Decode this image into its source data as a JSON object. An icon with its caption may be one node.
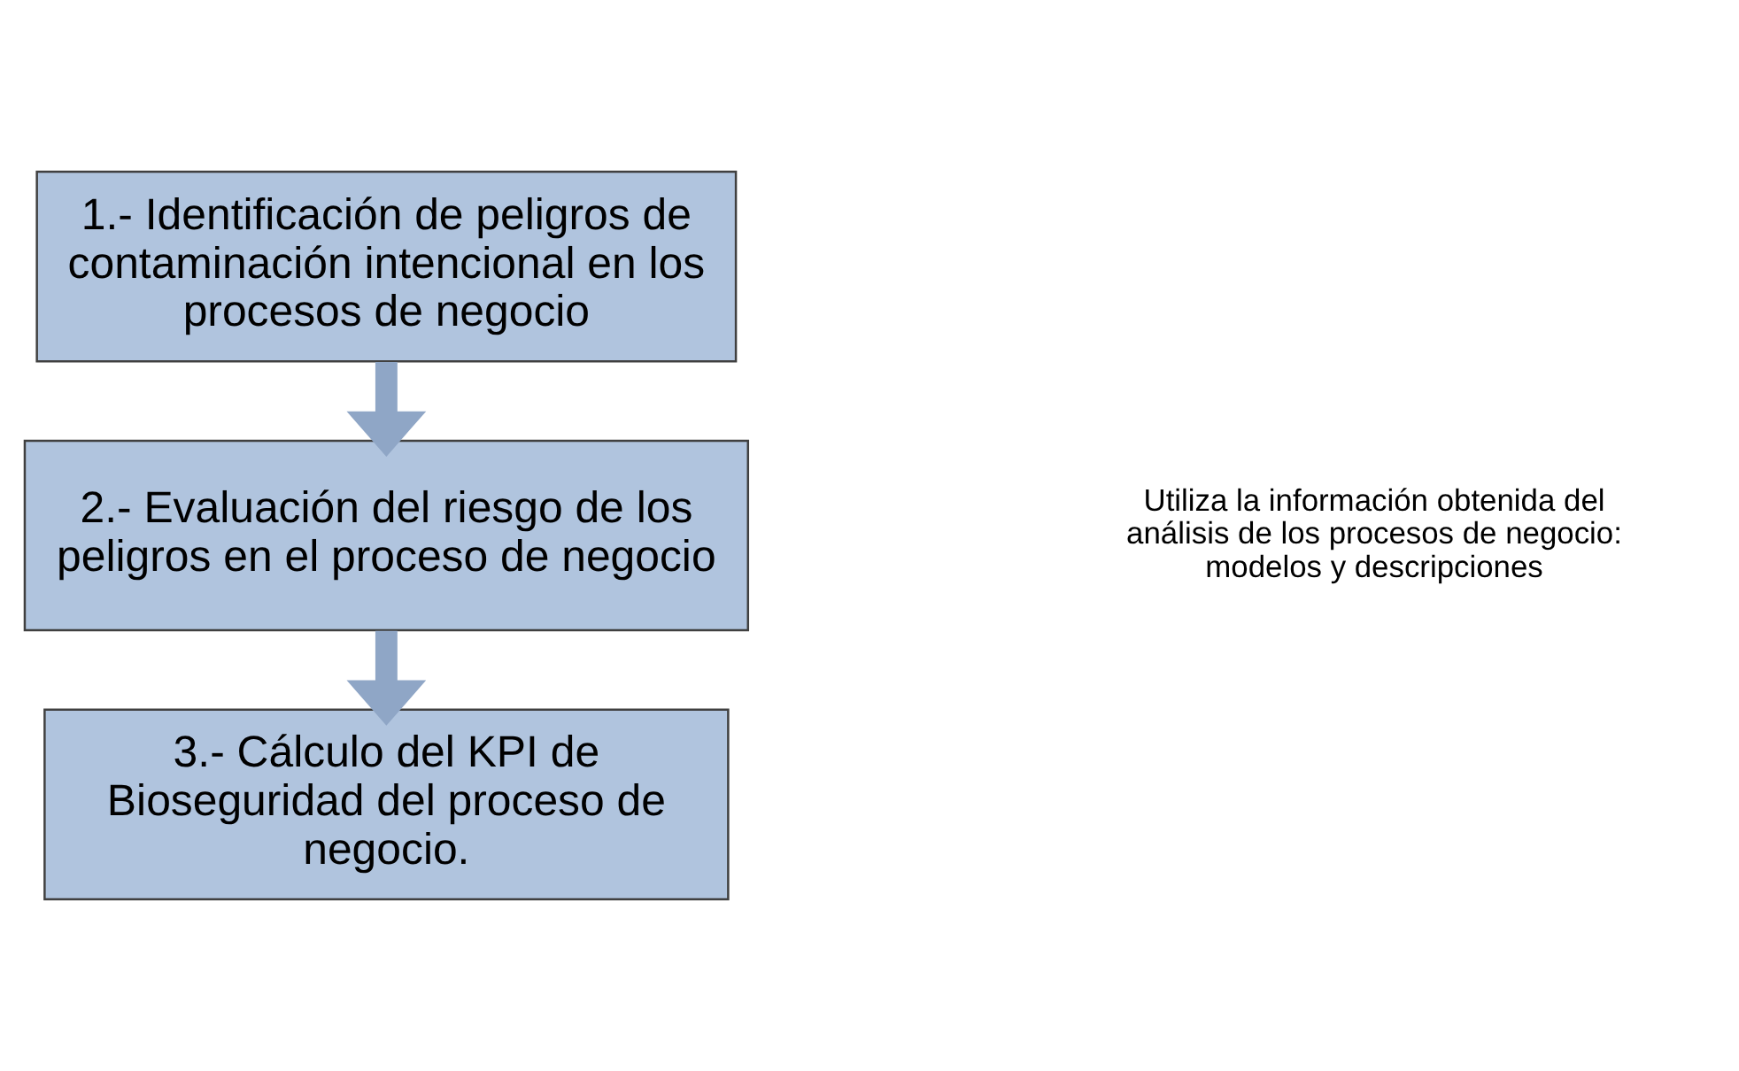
{
  "diagram": {
    "nodes": [
      {
        "text": [
          "1.- Identificación de peligros de contaminación intencional en los procesos de negocio"
        ]
      },
      {
        "text": [
          "2.- Evaluación del riesgo de los peligros en el proceso de negocio"
        ]
      },
      {
        "text": [
          "3.- Cálculo del KPI de Bioseguridad del proceso de negocio."
        ]
      }
    ],
    "edges": [
      {
        "from": 0,
        "to": 1,
        "arrow": "to"
      },
      {
        "from": 1,
        "to": 2,
        "arrow": "to"
      }
    ],
    "labels": [
      "Utiliza la información obtenida del análisis de los procesos de negocio: modelos y descripciones"
    ]
  }
}
